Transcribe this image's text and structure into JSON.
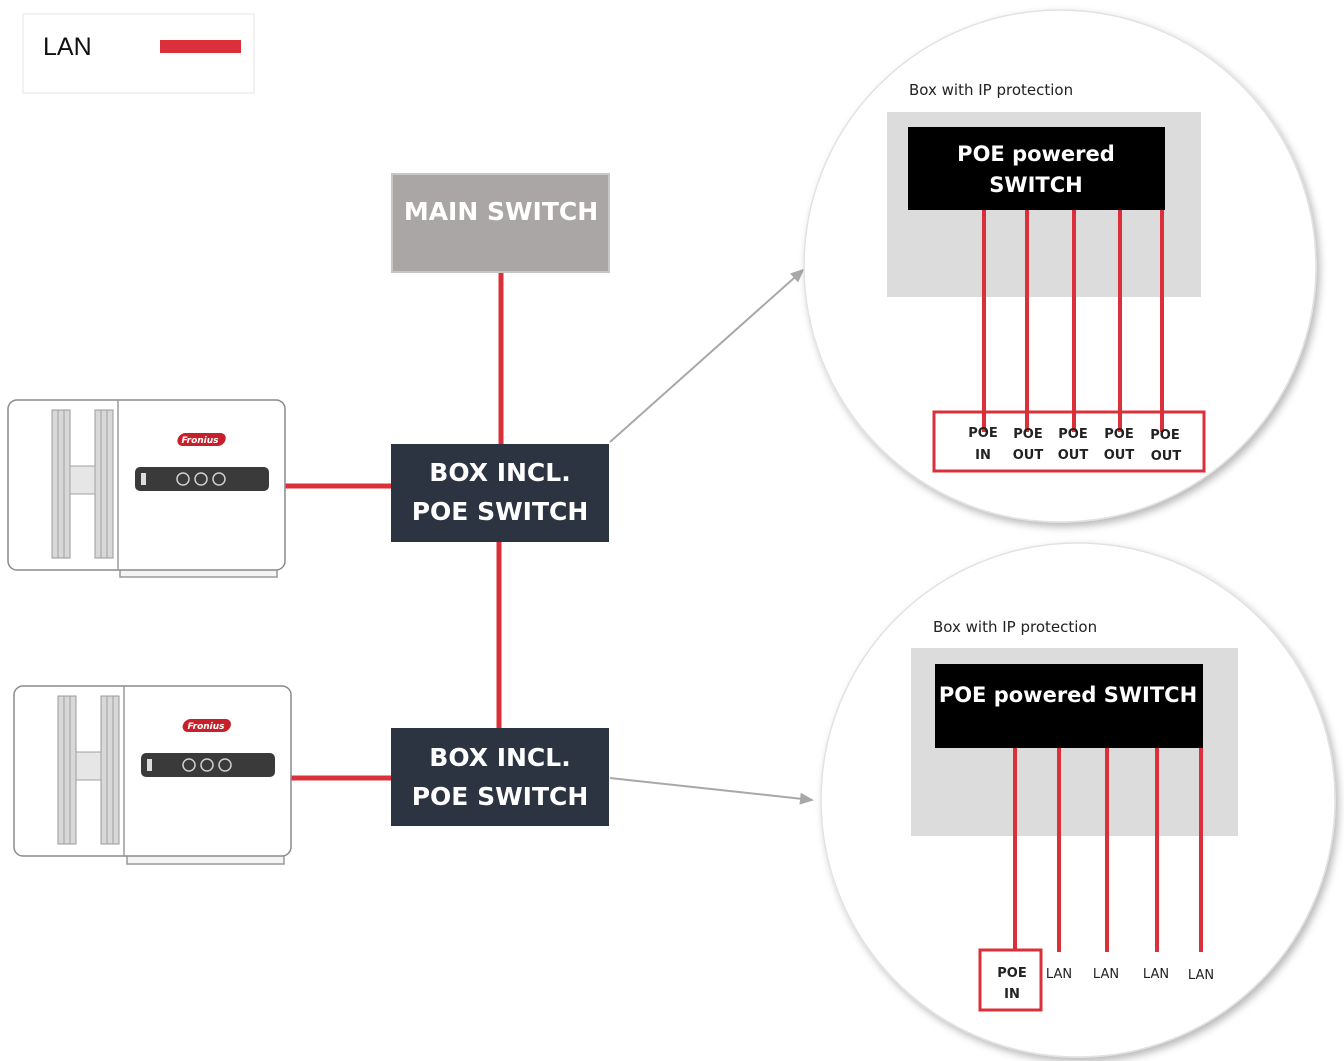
{
  "colors": {
    "lan": "#d9303a",
    "box_dark": "#2b3440",
    "main_switch": "#aaa6a6",
    "panel_gray": "#dcdcdc",
    "arrow": "#a8a8a8",
    "brand": "#c8202b"
  },
  "legend": {
    "label": "LAN"
  },
  "main_switch": {
    "label": "MAIN SWITCH"
  },
  "box_top": {
    "line1": "BOX INCL.",
    "line2": "POE SWITCH"
  },
  "box_bottom": {
    "line1": "BOX INCL.",
    "line2": "POE SWITCH"
  },
  "inverter_top": {
    "brand": "Fronius"
  },
  "inverter_bottom": {
    "brand": "Fronius"
  },
  "zoom_top": {
    "caption": "Box with IP protection",
    "switch_line1": "POE powered",
    "switch_line2": "SWITCH",
    "ports": [
      {
        "line1": "POE",
        "line2": "IN"
      },
      {
        "line1": "POE",
        "line2": "OUT"
      },
      {
        "line1": "POE",
        "line2": "OUT"
      },
      {
        "line1": "POE",
        "line2": "OUT"
      },
      {
        "line1": "POE",
        "line2": "OUT"
      }
    ]
  },
  "zoom_bottom": {
    "caption": "Box with IP protection",
    "switch_label": "POE powered SWITCH",
    "poe_in": {
      "line1": "POE",
      "line2": "IN"
    },
    "lan_ports": [
      "LAN",
      "LAN",
      "LAN",
      "LAN"
    ]
  }
}
